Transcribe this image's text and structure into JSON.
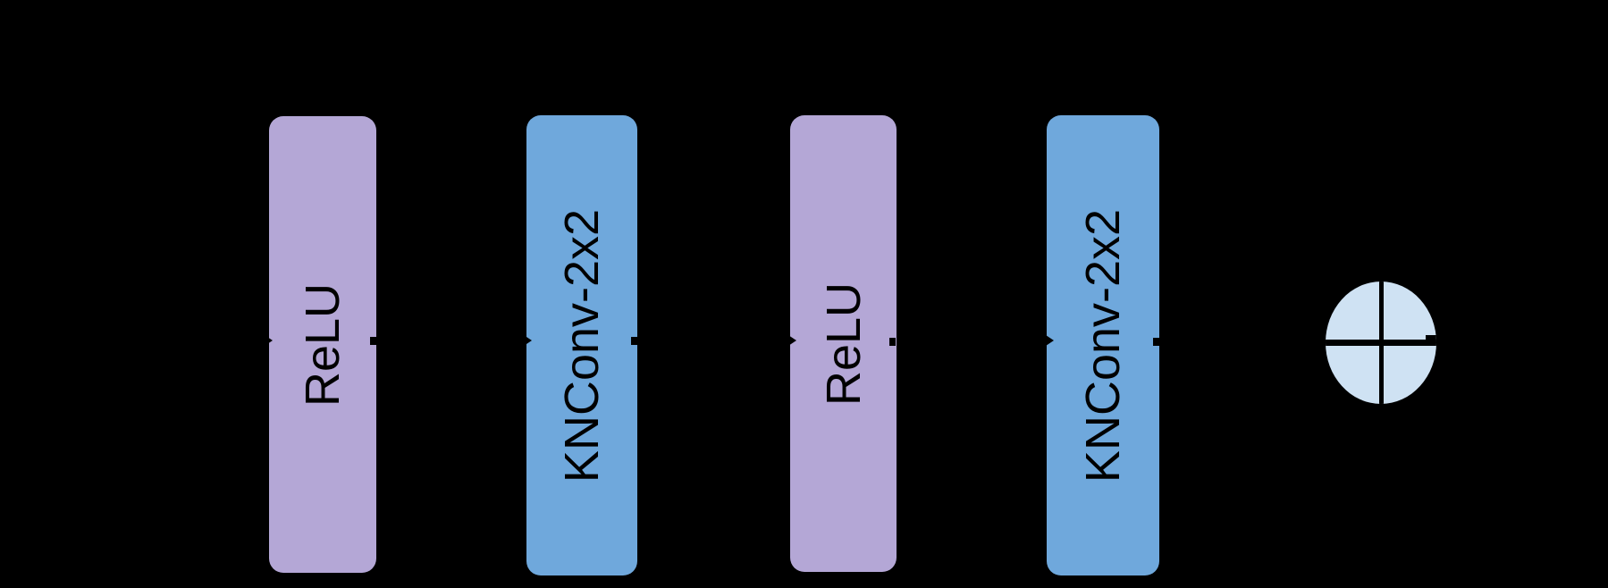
{
  "diagram": {
    "background_color": "#000000",
    "text_color": "#000000",
    "connector_color": "#000000",
    "blocks": [
      {
        "label": "ReLU",
        "color": "#b4a7d6"
      },
      {
        "label": "KNConv-2x2",
        "color": "#6fa8dc"
      },
      {
        "label": "ReLU",
        "color": "#b4a7d6"
      },
      {
        "label": "KNConv-2x2",
        "color": "#6fa8dc"
      }
    ],
    "sum_node": {
      "symbol": "circled-plus",
      "fill_color": "#cfe2f3",
      "cross_color": "#000000"
    }
  }
}
